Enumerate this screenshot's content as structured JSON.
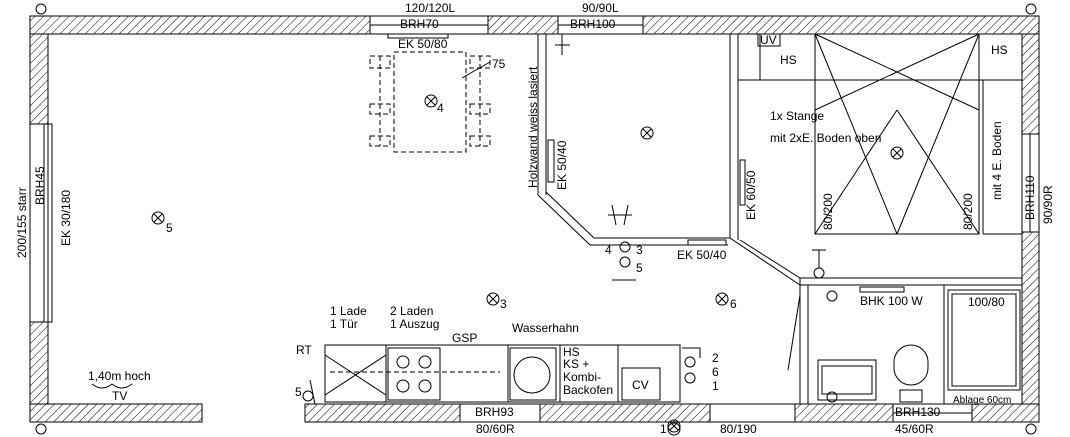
{
  "labels": {
    "win_top_left": "120/120L",
    "win_top_right": "90/90L",
    "brh70": "BRH70",
    "brh100": "BRH100",
    "ek_50_80": "EK 50/80",
    "n75": "75",
    "lamp4": "4",
    "holzwand": "Holzwand weiss lasiert",
    "ek_50_40_v": "EK 50/40",
    "ek_60_50": "EK 60/50",
    "ek_50_40_h": "EK 50/40",
    "uv": "UV",
    "hs_left": "HS",
    "hs_right": "HS",
    "stange": "1x Stange",
    "boden_oben": "mit 2xE. Boden oben",
    "boden4": "mit 4 E. Boden",
    "size80_200_a": "80/200",
    "size80_200_b": "80/200",
    "brh110": "BRH110",
    "win_right": "90/90R",
    "door_left": "200/155 starr",
    "brh45": "BRH45",
    "ek_30_180": "EK 30/180",
    "lamp5": "5",
    "lamp3": "3",
    "lamp6": "6",
    "sw4": "4",
    "sw3": "3",
    "sw5": "5",
    "bhk": "BHK 100 W",
    "shower": "100/80",
    "ablage": "Ablage 60cm",
    "brh130": "BRH130",
    "win_45_60r": "45/60R",
    "win_80_190": "80/190",
    "n1_bottom": "1",
    "brh93": "BRH93",
    "win_80_60r": "80/60R",
    "lade1": "1 Lade",
    "tuer1": "1 Tür",
    "laden2": "2 Laden",
    "auszug1": "1 Auszug",
    "gsp": "GSP",
    "wasserhahn": "Wasserhahn",
    "hs_ks": "HS",
    "ks_plus": "KS +",
    "kombi": "Kombi-",
    "backofen": "Backofen",
    "cv": "CV",
    "n2": "2",
    "n6": "6",
    "n1": "1",
    "rt": "RT",
    "rt5": "5",
    "tv_height": "1,40m hoch",
    "tv": "TV"
  }
}
